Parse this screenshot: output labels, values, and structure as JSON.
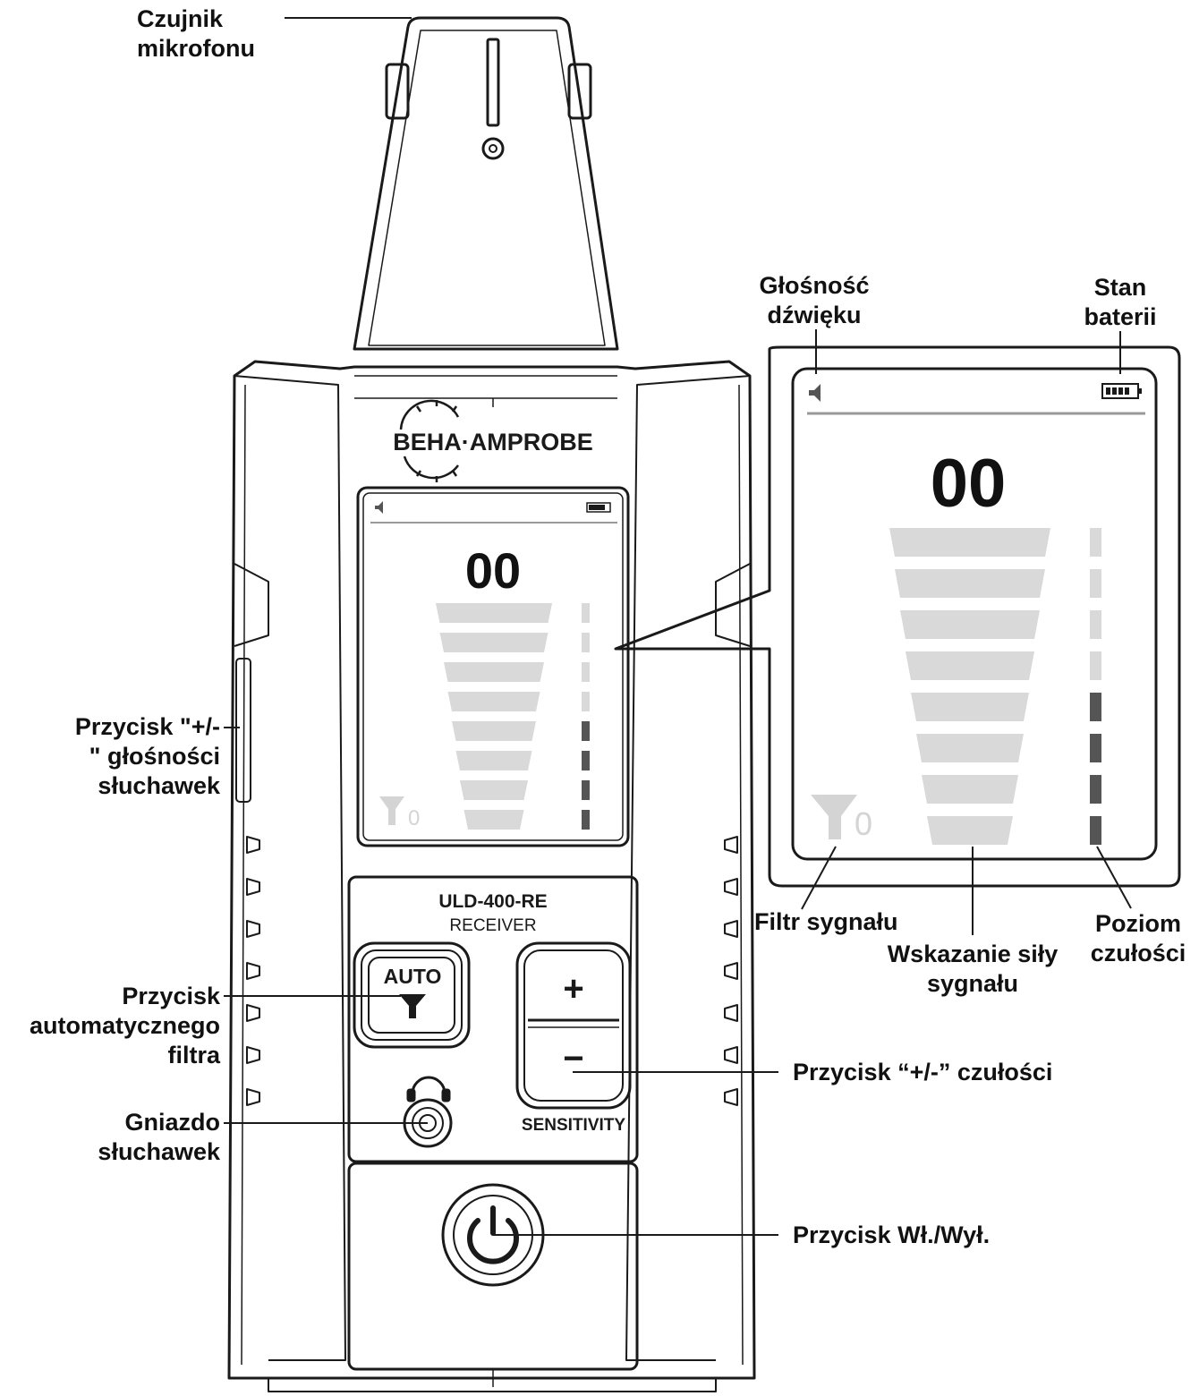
{
  "device": {
    "brand": "BEHA·AMPROBE",
    "model": "ULD-400-RE",
    "subtitle": "RECEIVER",
    "auto_label": "AUTO",
    "sensitivity_label": "SENSITIVITY",
    "plus_symbol": "+",
    "minus_symbol": "−",
    "display_reading": "00",
    "filter_value": "0"
  },
  "zoomed_display": {
    "reading": "00",
    "filter_value": "0",
    "signal_bars_total": 8,
    "sensitivity_segments_total": 8,
    "sensitivity_level": 4
  },
  "callouts": {
    "microphone": [
      "Czujnik",
      "mikrofonu"
    ],
    "volume": [
      "Głośność",
      "dźwięku"
    ],
    "battery": [
      "Stan",
      "baterii"
    ],
    "headphone_volume": [
      "Przycisk \"+/-",
      "\" głośności",
      "słuchawek"
    ],
    "auto_filter": [
      "Przycisk",
      "automatycznego",
      "filtra"
    ],
    "headphone_jack": [
      "Gniazdo",
      "słuchawek"
    ],
    "signal_filter": [
      "Filtr sygnału"
    ],
    "signal_strength": [
      "Wskazanie siły",
      "sygnału"
    ],
    "sensitivity_level": [
      "Poziom",
      "czułości"
    ],
    "sensitivity_button": [
      "Przycisk “+/-” czułości"
    ],
    "power_button": [
      "Przycisk Wł./Wył."
    ]
  },
  "icons": {
    "speaker": "speaker-icon",
    "battery": "battery-icon",
    "filter": "funnel-icon",
    "headphones": "headphones-icon",
    "power": "power-icon"
  },
  "colors": {
    "outline": "#1a1a1a",
    "bar_light": "#d9d9d9",
    "segment_dark": "#555555",
    "filter_icon": "#d4d4d4"
  }
}
